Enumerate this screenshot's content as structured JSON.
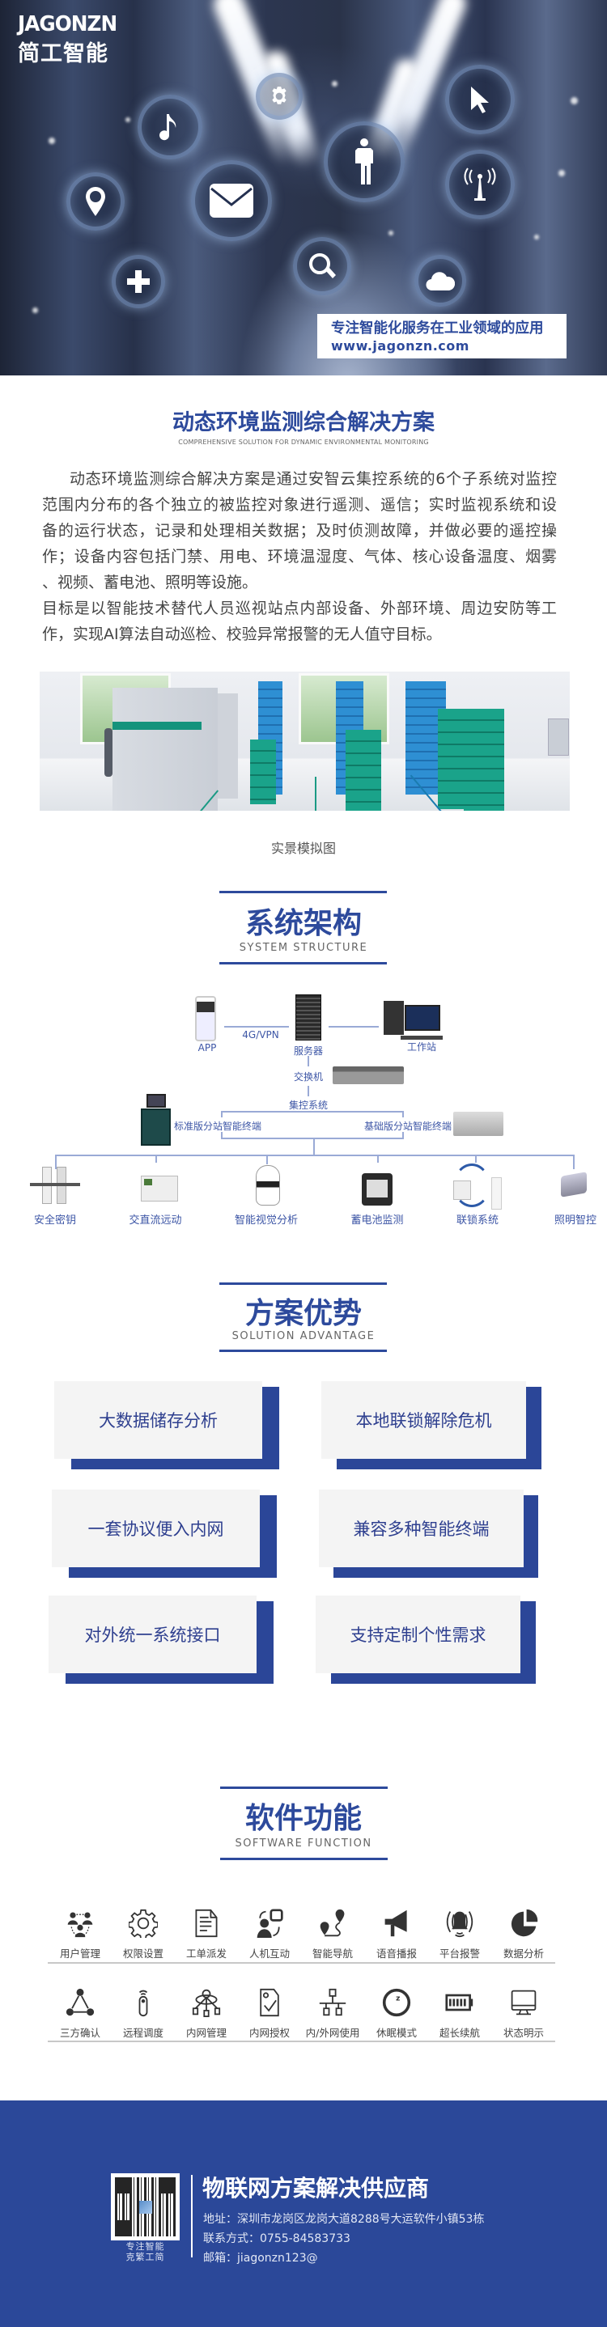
{
  "hero": {
    "logo_en": "JAGONZN",
    "logo_cn": "简工智能",
    "slogan": "专注智能化服务在工业领域的应用",
    "website": "www.jagonzn.com",
    "icons": [
      "music-icon",
      "gear-icon",
      "cursor-icon",
      "person-icon",
      "antenna-icon",
      "location-icon",
      "mail-icon",
      "plus-icon",
      "search-icon",
      "cloud-icon"
    ]
  },
  "intro": {
    "title": "动态环境监测综合解决方案",
    "subtitle": "COMPREHENSIVE SOLUTION FOR DYNAMIC ENVIRONMENTAL MONITORING",
    "lines": [
      "动态环境监测综合解决方案是通过安智云集控系统的6个子系统对监控",
      "范围内分布的各个独立的被监控对象进行遥测、遥信；实时监视系统和设",
      "备的运行状态，记录和处理相关数据；及时侦测故障，并做必要的遥控操",
      "作；设备内容包括门禁、用电、环境温湿度、气体、核心设备温度、烟雾",
      "、视频、蓄电池、照明等设施。",
      "目标是以智能技术替代人员巡视站点内部设备、外部环境、周边安防等工",
      "作，实现AI算法自动巡检、校验异常报警的无人值守目标。"
    ],
    "image_caption": "实景模拟图"
  },
  "structure": {
    "title": "系统架构",
    "subtitle": "SYSTEM STRUCTURE",
    "app": "APP",
    "link": "4G/VPN",
    "server": "服务器",
    "workstation": "工作站",
    "switch": "交换机",
    "central": "集控系统",
    "std_terminal": "标准版分站智能终端",
    "basic_terminal": "基础版分站智能终端",
    "devices": [
      "安全密钥",
      "交直流远动",
      "智能视觉分析",
      "蓄电池监测",
      "联锁系统",
      "照明智控"
    ]
  },
  "advantages": {
    "title": "方案优势",
    "subtitle": "SOLUTION ADVANTAGE",
    "items": [
      "大数据储存分析",
      "本地联锁解除危机",
      "一套协议便入内网",
      "兼容多种智能终端",
      "对外统一系统接口",
      "支持定制个性需求"
    ]
  },
  "software": {
    "title": "软件功能",
    "subtitle": "SOFTWARE FUNCTION",
    "items": [
      "用户管理",
      "权限设置",
      "工单派发",
      "人机互动",
      "智能导航",
      "语音播报",
      "平台报警",
      "数据分析",
      "三方确认",
      "远程调度",
      "内网管理",
      "内网授权",
      "内/外网使用",
      "休眠模式",
      "超长续航",
      "状态明示"
    ]
  },
  "footer": {
    "qr_caption_1": "专注智能",
    "qr_caption_2": "克繁工简",
    "title": "物联网方案解决供应商",
    "address": "地址：深圳市龙岗区龙岗大道8288号大运软件小镇53栋",
    "phone": "联系方式：0755-84583733",
    "email": "邮箱：jiagonzn123@"
  },
  "colors": {
    "brand_blue": "#2d4a9c",
    "footer_blue": "#2b4899",
    "card_gray": "#f4f4f4"
  }
}
